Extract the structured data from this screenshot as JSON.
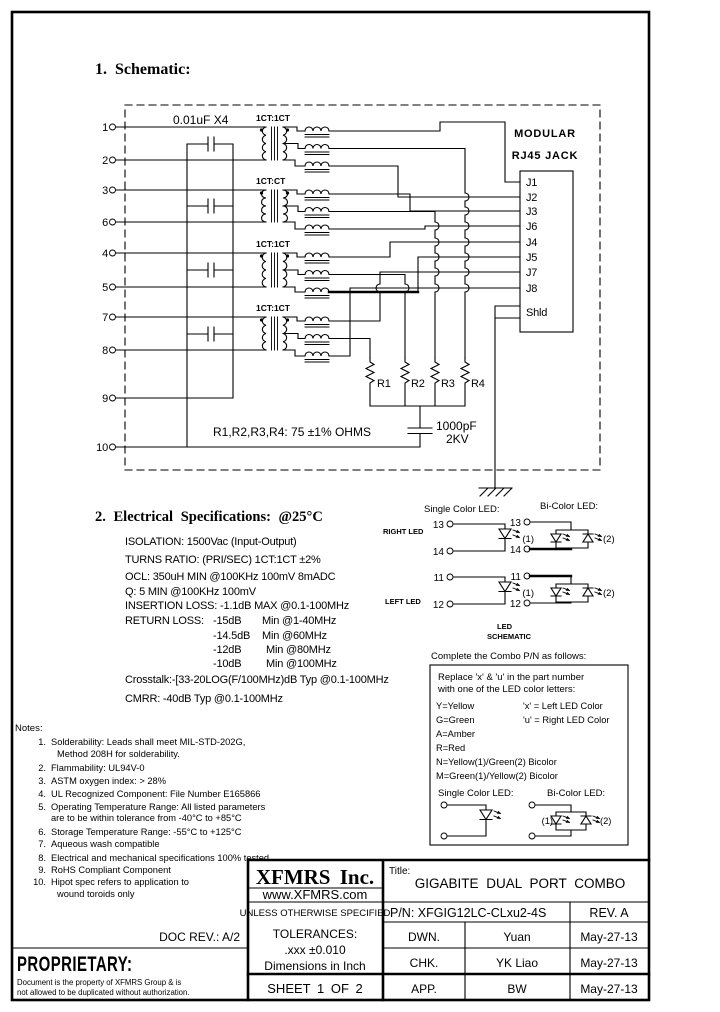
{
  "sections": {
    "schematic_heading": "1. Schematic:",
    "specs_heading": "2. Electrical Specifications: @25°C"
  },
  "schematic": {
    "cap_label": "0.01uF X4",
    "xfmr_labels": [
      "1CT:1CT",
      "1CT:CT",
      "1CT:1CT",
      "1CT:1CT"
    ],
    "pins": [
      "1",
      "2",
      "3",
      "6",
      "4",
      "5",
      "7",
      "8",
      "9",
      "10"
    ],
    "jack_title1": "MODULAR",
    "jack_title2": "RJ45 JACK",
    "jack_pins": [
      "J1",
      "J2",
      "J3",
      "J6",
      "J4",
      "J5",
      "J7",
      "J8",
      "Shld"
    ],
    "resistors": [
      "R1",
      "R2",
      "R3",
      "R4"
    ],
    "resistor_note": "R1,R2,R3,R4: 75 ±1% OHMS",
    "hv_cap_value": "1000pF",
    "hv_cap_rating": "2KV"
  },
  "specs": {
    "isolation": "ISOLATION: 1500Vac (Input-Output)",
    "turns": "TURNS RATIO: (PRI/SEC) 1CT:1CT ±2%",
    "ocl": "OCL: 350uH MIN @100KHz 100mV 8mADC",
    "q": "Q: 5 MIN @100KHz 100mV",
    "insertion": "INSERTION LOSS: -1.1dB MAX @0.1-100MHz",
    "return_loss_label": "RETURN LOSS:",
    "return_loss": [
      {
        "v": "-15dB",
        "c": "Min @1-40MHz"
      },
      {
        "v": "-14.5dB",
        "c": "Min @60MHz"
      },
      {
        "v": "-12dB",
        "c": "Min @80MHz"
      },
      {
        "v": "-10dB",
        "c": "Min @100MHz"
      }
    ],
    "crosstalk": "Crosstalk:-[33-20LOG(F/100MHz)dB Typ @0.1-100MHz",
    "cmrr": "CMRR: -40dB Typ @0.1-100MHz"
  },
  "led": {
    "single_label": "Single Color LED:",
    "bi_label": "Bi-Color LED:",
    "right_led": "RIGHT LED",
    "left_led": "LEFT LED",
    "pin13": "13",
    "pin14": "14",
    "pin11": "11",
    "pin12": "12",
    "d1": "(1)",
    "d2": "(2)",
    "caption_line1": "LED",
    "caption_line2": "SCHEMATIC"
  },
  "combo": {
    "header": "Complete the Combo P/N as follows:",
    "intro1": "Replace 'x' & 'u' in the part number",
    "intro2": "with one of the LED color letters:",
    "codes": [
      "Y=Yellow",
      "G=Green",
      "A=Amber",
      "R=Red",
      "N=Yellow(1)/Green(2) Bicolor",
      "M=Green(1)/Yellow(2) Bicolor"
    ],
    "x_def": "'x' = Left LED Color",
    "u_def": "'u' = Right LED Color",
    "single_label": "Single Color LED:",
    "bi_label": "Bi-Color LED:",
    "d1": "(1)",
    "d2": "(2)"
  },
  "notes": {
    "title": "Notes:",
    "items": [
      {
        "n": "1.",
        "l1": "Solderability: Leads shall meet MIL-STD-202G,",
        "l2": "Method 208H for solderability."
      },
      {
        "n": "2.",
        "l1": "Flammability: UL94V-0"
      },
      {
        "n": "3.",
        "l1": "ASTM oxygen index: > 28%"
      },
      {
        "n": "4.",
        "l1": "UL Recognized Component: File Number E165866"
      },
      {
        "n": "5.",
        "l1": "Operating Temperature Range: All listed parameters",
        "l2": "are to be within tolerance from -40°C to +85°C"
      },
      {
        "n": "6.",
        "l1": "Storage Temperature Range: -55°C to +125°C"
      },
      {
        "n": "7.",
        "l1": "Aqueous wash compatible"
      },
      {
        "n": "8.",
        "l1": "Electrical and mechanical specifications 100% tested"
      },
      {
        "n": "9.",
        "l1": "RoHS Compliant Component"
      },
      {
        "n": "10.",
        "l1": "Hipot spec refers to application to",
        "l2": "wound toroids only"
      }
    ]
  },
  "titleblock": {
    "company": "XFMRS Inc.",
    "website": "www.XFMRS.com",
    "title_label": "Title:",
    "title": "GIGABITE DUAL PORT COMBO",
    "pn": "P/N: XFGIG12LC-CLxu2-4S",
    "rev": "REV. A",
    "tol1": "UNLESS OTHERWISE SPECIFIED",
    "tol2": "TOLERANCES:",
    "tol3": ".xxx ±0.010",
    "tol4": "Dimensions in Inch",
    "sheet": "SHEET 1 OF 2",
    "rows": [
      {
        "role": "DWN.",
        "name": "Yuan",
        "date": "May-27-13"
      },
      {
        "role": "CHK.",
        "name": "YK Liao",
        "date": "May-27-13"
      },
      {
        "role": "APP.",
        "name": "BW",
        "date": "May-27-13"
      }
    ]
  },
  "proprietary": {
    "doc_rev": "DOC REV.: A/2",
    "title": "PROPRIETARY:",
    "line1": "Document is the property of XFMRS Group & is",
    "line2": "not allowed to be duplicated without authorization."
  }
}
